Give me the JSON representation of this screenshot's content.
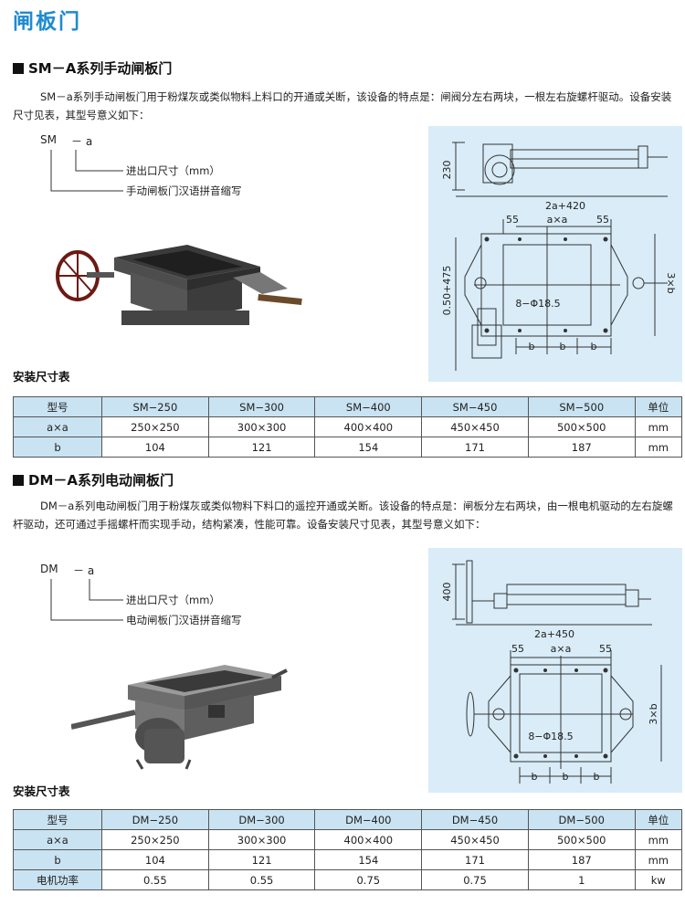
{
  "page_title": "闸板门",
  "sm": {
    "title": "SM－A系列手动闸板门",
    "description": "SM－a系列手动闸板门用于粉煤灰或类似物料上料口的开通或关断，该设备的特点是：闸阀分左右两块，一根左右旋螺杆驱动。设备安装尺寸见表，其型号意义如下：",
    "model_code": "SM",
    "model_suffix": "－ a",
    "legend_size": "进出口尺寸（mm）",
    "legend_abbr": "手动闸板门汉语拼音缩写",
    "drawing": {
      "dim_230": "230",
      "dim_2a420": "2a+420",
      "dim_55_left": "55",
      "dim_axa": "a×a",
      "dim_55_right": "55",
      "dim_height": "0.50+475",
      "dim_3b": "3×b",
      "dim_hole": "8−Φ18.5",
      "dim_b": "b"
    },
    "table_title": "安装尺寸表",
    "table": {
      "headers": [
        "型号",
        "SM−250",
        "SM−300",
        "SM−400",
        "SM−450",
        "SM−500",
        "单位"
      ],
      "rows": [
        [
          "a×a",
          "250×250",
          "300×300",
          "400×400",
          "450×450",
          "500×500",
          "mm"
        ],
        [
          "b",
          "104",
          "121",
          "154",
          "171",
          "187",
          "mm"
        ]
      ]
    }
  },
  "dm": {
    "title": "DM－A系列电动闸板门",
    "description": "DM－a系列电动闸板门用于粉煤灰或类似物料下料口的遥控开通或关断。该设备的特点是：闸板分左右两块，由一根电机驱动的左右旋螺杆驱动，还可通过手摇螺杆而实现手动，结构紧凑，性能可靠。设备安装尺寸见表，其型号意义如下：",
    "model_code": "DM",
    "model_suffix": "－ a",
    "legend_size": "进出口尺寸（mm）",
    "legend_abbr": "电动闸板门汉语拼音缩写",
    "drawing": {
      "dim_400": "400",
      "dim_2a450": "2a+450",
      "dim_55_left": "55",
      "dim_axa": "a×a",
      "dim_55_right": "55",
      "dim_3b": "3×b",
      "dim_hole": "8−Φ18.5",
      "dim_b": "b"
    },
    "table_title": "安装尺寸表",
    "table": {
      "headers": [
        "型号",
        "DM−250",
        "DM−300",
        "DM−400",
        "DM−450",
        "DM−500",
        "单位"
      ],
      "rows": [
        [
          "a×a",
          "250×250",
          "300×300",
          "400×400",
          "450×450",
          "500×500",
          "mm"
        ],
        [
          "b",
          "104",
          "121",
          "154",
          "171",
          "187",
          "mm"
        ],
        [
          "电机功率",
          "0.55",
          "0.55",
          "0.75",
          "0.75",
          "1",
          "kw"
        ]
      ]
    }
  }
}
